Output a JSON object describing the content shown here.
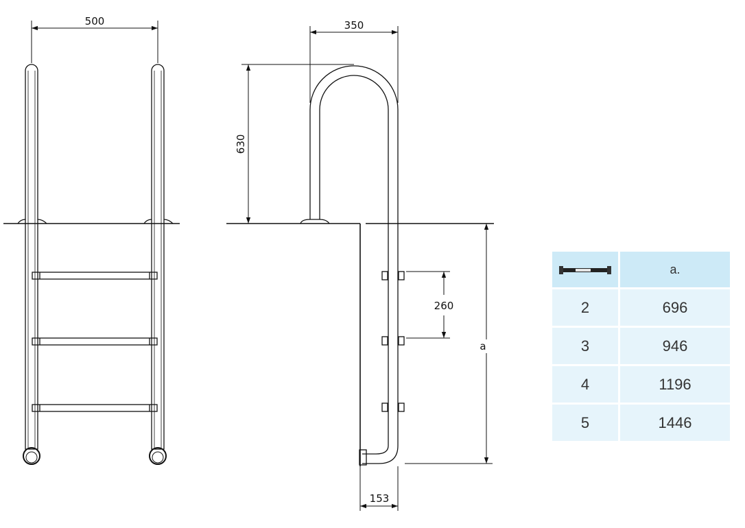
{
  "drawing": {
    "dim_width_front": "500",
    "dim_width_side": "350",
    "dim_height_handrail": "630",
    "dim_step_spacing": "260",
    "dim_depth_label": "a",
    "dim_foot_offset": "153"
  },
  "table": {
    "header_icon": "ladder-step-icon",
    "header_value_label": "a.",
    "rows": [
      {
        "steps": "2",
        "a": "696"
      },
      {
        "steps": "3",
        "a": "946"
      },
      {
        "steps": "4",
        "a": "1196"
      },
      {
        "steps": "5",
        "a": "1446"
      }
    ]
  }
}
